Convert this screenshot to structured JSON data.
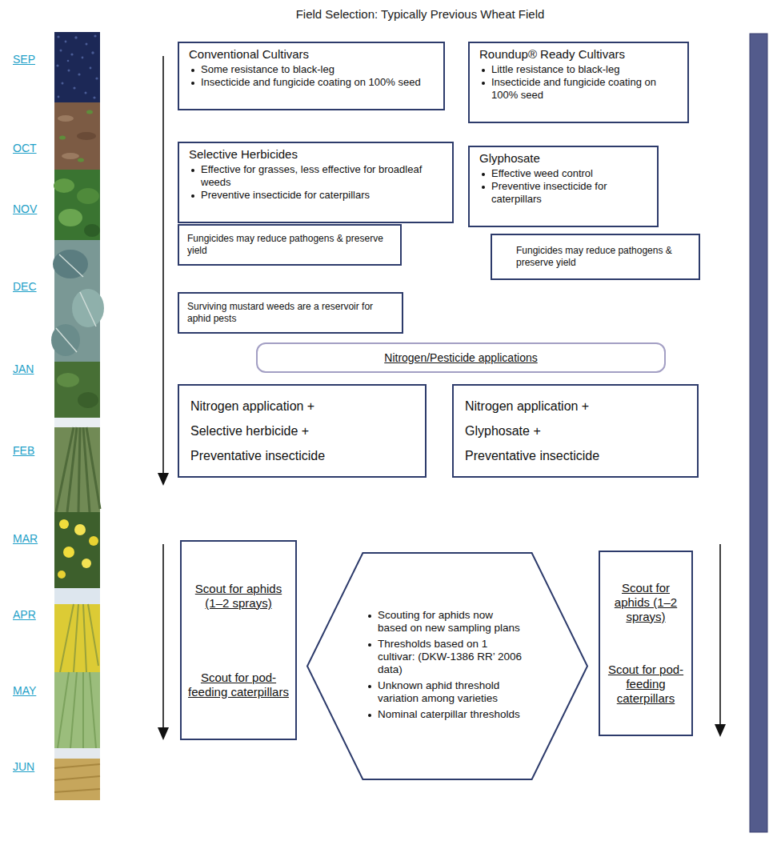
{
  "diagram": {
    "title": "Field Selection: Typically Previous Wheat Field",
    "nodes": [
      {
        "text": [
          "Conventional Cultivars",
          "Some resistance to black-leg",
          "Insecticide and fungicide coating on 100% seed"
        ]
      },
      {
        "text": [
          "Roundup® Ready Cultivars",
          "Little resistance to black-leg",
          "Insecticide and fungicide coating on 100% seed"
        ]
      },
      {
        "text": [
          "Selective Herbicides",
          "Effective for grasses, less effective for broadleaf weeds",
          "Preventive insecticide for caterpillars"
        ]
      },
      {
        "text": [
          "Glyphosate",
          "Effective weed control",
          "Preventive insecticide for caterpillars"
        ]
      },
      {
        "text": [
          "Fungicides may reduce pathogens & preserve yield"
        ]
      },
      {
        "text": [
          "Fungicides may reduce pathogens & preserve yield"
        ]
      },
      {
        "text": [
          "Surviving mustard weeds are a reservoir for aphid pests"
        ]
      },
      {
        "text": [
          "Nitrogen/Pesticide applications"
        ]
      },
      {
        "text": [
          "Nitrogen application +",
          "Selective herbicide +",
          "Preventative insecticide"
        ]
      },
      {
        "text": [
          "Nitrogen application +",
          "Glyphosate +",
          "Preventative insecticide"
        ]
      },
      {
        "text": [
          "Scout for aphids (1–2 sprays)",
          "Scout for pod-feeding caterpillars"
        ]
      },
      {
        "text": [
          "Scouting for aphids now based on new sampling plans",
          "Thresholds based on 1 cultivar: (DKW-1386 RR’ 2006 data)",
          "Unknown aphid threshold variation among varieties",
          "Nominal caterpillar thresholds"
        ]
      },
      {
        "text": [
          "Scout for aphids (1–2 sprays)",
          "Scout for pod-feeding caterpillars"
        ]
      }
    ],
    "labels": [
      "SEP",
      "OCT",
      "NOV",
      "DEC",
      "JAN",
      "FEB",
      "MAR",
      "APR",
      "MAY",
      "JUN"
    ]
  }
}
